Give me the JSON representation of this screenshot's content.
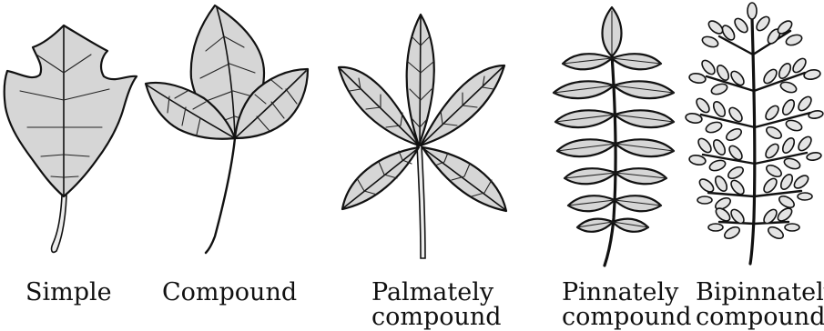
{
  "leaves": [
    {
      "icon": "simple-leaf-icon",
      "label_lines": [
        "Simple"
      ]
    },
    {
      "icon": "compound-leaf-icon",
      "label_lines": [
        "Compound"
      ]
    },
    {
      "icon": "palmately-compound-leaf-icon",
      "label_lines": [
        "Palmately",
        "compound"
      ]
    },
    {
      "icon": "pinnately-compound-leaf-icon",
      "label_lines": [
        "Pinnately",
        "compound"
      ]
    },
    {
      "icon": "bipinnately-compound-leaf-icon",
      "label_lines": [
        "Bipinnately",
        "compound"
      ]
    }
  ],
  "colors": {
    "leaf_fill": "#d6d6d6",
    "outline": "#111111",
    "background": "#ffffff"
  }
}
